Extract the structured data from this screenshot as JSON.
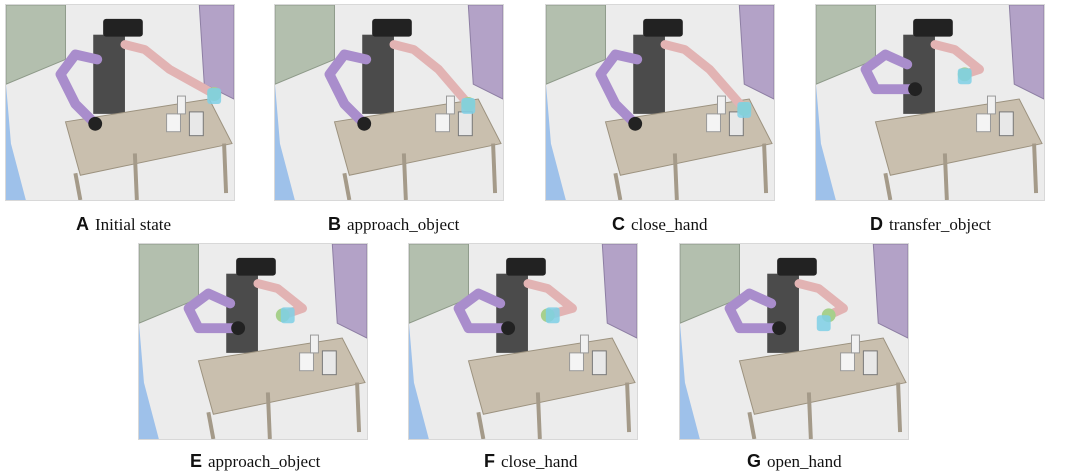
{
  "panels": [
    {
      "letter": "A",
      "label": "Initial state"
    },
    {
      "letter": "B",
      "label": "approach_object"
    },
    {
      "letter": "C",
      "label": "close_hand"
    },
    {
      "letter": "D",
      "label": "transfer_object"
    },
    {
      "letter": "E",
      "label": "approach_object"
    },
    {
      "letter": "F",
      "label": "close_hand"
    },
    {
      "letter": "G",
      "label": "open_hand"
    }
  ],
  "colors": {
    "floor": "#ececec",
    "wall": "#9ec1ea",
    "cabinet_green": "#b3bfae",
    "shelf_purple": "#b3a2c7",
    "table_top": "#c9bfae",
    "table_leg": "#a49a89",
    "robot_torso": "#4b4b4b",
    "arm_purple": "#a98dcc",
    "arm_pink": "#e2b3b3",
    "arm_blue": "#8fb0e3",
    "hand_green": "#a7d08c",
    "object_cyan": "#7fd0e6"
  }
}
